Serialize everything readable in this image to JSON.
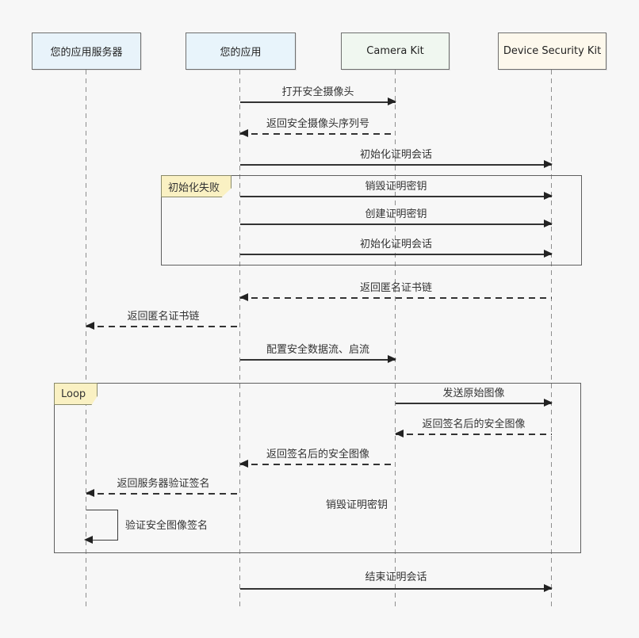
{
  "diagram_type": "sequence-diagram",
  "colors": {
    "background": "#f7f7f7",
    "participant_fills": [
      "#e8f3fa",
      "#e8f4fb",
      "#f0f7f0",
      "#fdf8ec"
    ],
    "frame_label_fill": "#faf1c3",
    "line_color": "#333333"
  },
  "participants": [
    {
      "label": "您的应用服务器"
    },
    {
      "label": "您的应用"
    },
    {
      "label": "Camera Kit"
    },
    {
      "label": "Device Security Kit"
    }
  ],
  "frames": [
    {
      "label": "初始化失败",
      "type": "alt"
    },
    {
      "label": "Loop",
      "type": "loop"
    }
  ],
  "messages": [
    {
      "text": "打开安全摄像头",
      "from": "您的应用",
      "to": "Camera Kit",
      "style": "solid"
    },
    {
      "text": "返回安全摄像头序列号",
      "from": "Camera Kit",
      "to": "您的应用",
      "style": "dashed"
    },
    {
      "text": "初始化证明会话",
      "from": "您的应用",
      "to": "Device Security Kit",
      "style": "solid"
    },
    {
      "text": "销毁证明密钥",
      "from": "您的应用",
      "to": "Device Security Kit",
      "style": "solid",
      "frame": "初始化失败"
    },
    {
      "text": "创建证明密钥",
      "from": "您的应用",
      "to": "Device Security Kit",
      "style": "solid",
      "frame": "初始化失败"
    },
    {
      "text": "初始化证明会话",
      "from": "您的应用",
      "to": "Device Security Kit",
      "style": "solid",
      "frame": "初始化失败"
    },
    {
      "text": "返回匿名证书链",
      "from": "Device Security Kit",
      "to": "您的应用",
      "style": "dashed"
    },
    {
      "text": "返回匿名证书链",
      "from": "您的应用",
      "to": "您的应用服务器",
      "style": "dashed"
    },
    {
      "text": "配置安全数据流、启流",
      "from": "您的应用",
      "to": "Camera Kit",
      "style": "solid"
    },
    {
      "text": "发送原始图像",
      "from": "Camera Kit",
      "to": "Device Security Kit",
      "style": "solid",
      "frame": "Loop"
    },
    {
      "text": "返回签名后的安全图像",
      "from": "Device Security Kit",
      "to": "Camera Kit",
      "style": "dashed",
      "frame": "Loop"
    },
    {
      "text": "返回签名后的安全图像",
      "from": "Camera Kit",
      "to": "您的应用",
      "style": "dashed",
      "frame": "Loop"
    },
    {
      "text": "返回服务器验证签名",
      "from": "您的应用",
      "to": "您的应用服务器",
      "style": "dashed",
      "frame": "Loop"
    },
    {
      "text": "销毁证明密钥",
      "style": "label-only",
      "frame": "Loop"
    },
    {
      "text": "验证安全图像签名",
      "from": "您的应用服务器",
      "to": "您的应用服务器",
      "style": "self",
      "frame": "Loop"
    },
    {
      "text": "结束证明会话",
      "from": "您的应用",
      "to": "Device Security Kit",
      "style": "solid"
    }
  ]
}
